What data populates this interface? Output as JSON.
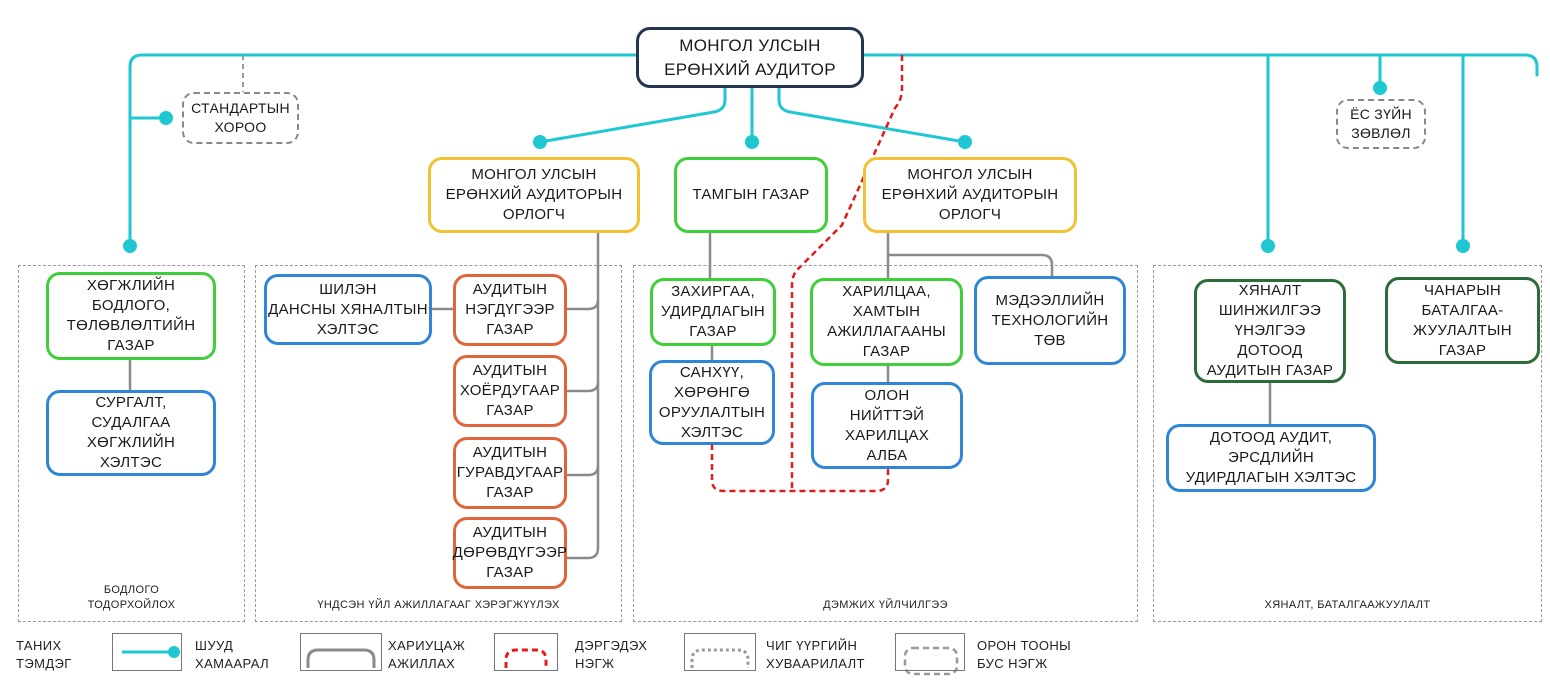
{
  "colors": {
    "direct_link": "#1ec7d2",
    "responsible": "#8a8a8a",
    "attached": "#e01b1b",
    "functional": "#9a9a9a",
    "top_border": "#243552",
    "deputy_border": "#f2c233",
    "unit_green": "#3fcf3a",
    "unit_dark_green": "#2e6b3a",
    "unit_blue": "#2f86d6",
    "audit_orange": "#e0663a"
  },
  "top": {
    "l1": "МОНГОЛ УЛСЫН",
    "l2": "ЕРӨНХИЙ АУДИТОР"
  },
  "committees": {
    "standard": {
      "l1": "СТАНДАРТЫН",
      "l2": "ХОРОО"
    },
    "ethics": {
      "l1": "ЁС ЗҮЙН",
      "l2": "ЗӨВЛӨЛ"
    }
  },
  "deputy_left": {
    "l1": "МОНГОЛ УЛСЫН",
    "l2": "ЕРӨНХИЙ АУДИТОРЫН",
    "l3": "ОРЛОГЧ"
  },
  "secretariat": {
    "l1": "ТАМГЫН ГАЗАР"
  },
  "deputy_right": {
    "l1": "МОНГОЛ УЛСЫН",
    "l2": "ЕРӨНХИЙ АУДИТОРЫН",
    "l3": "ОРЛОГЧ"
  },
  "groups": {
    "policy": {
      "l1": "БОДЛОГО",
      "l2": "ТОДОРХОЙЛОХ"
    },
    "core": {
      "l1": "ҮНДСЭН ҮЙЛ АЖИЛЛАГААГ ХЭРЭГЖҮҮЛЭХ"
    },
    "support": {
      "l1": "ДЭМЖИХ ҮЙЛЧИЛГЭЭ"
    },
    "control": {
      "l1": "ХЯНАЛТ, БАТАЛГААЖУУЛАЛТ"
    }
  },
  "units": {
    "dev_policy": {
      "l1": "ХӨГЖЛИЙН",
      "l2": "БОДЛОГО,",
      "l3": "ТӨЛӨВЛӨЛТИЙН",
      "l4": "ГАЗАР"
    },
    "training": {
      "l1": "СУРГАЛТ,",
      "l2": "СУДАЛГАА",
      "l3": "ХӨГЖЛИЙН",
      "l4": "ХЭЛТЭС"
    },
    "ledger": {
      "l1": "ШИЛЭН",
      "l2": "ДАНСНЫ ХЯНАЛТЫН",
      "l3": "ХЭЛТЭС"
    },
    "audit1": {
      "l1": "АУДИТЫН",
      "l2": "НЭГДҮГЭЭР",
      "l3": "ГАЗАР"
    },
    "audit2": {
      "l1": "АУДИТЫН",
      "l2": "ХОЁРДУГААР",
      "l3": "ГАЗАР"
    },
    "audit3": {
      "l1": "АУДИТЫН",
      "l2": "ГУРАВДУГААР",
      "l3": "ГАЗАР"
    },
    "audit4": {
      "l1": "АУДИТЫН",
      "l2": "ДӨРӨВДҮГЭЭР",
      "l3": "ГАЗАР"
    },
    "admin": {
      "l1": "ЗАХИРГАА,",
      "l2": "УДИРДЛАГЫН",
      "l3": "ГАЗАР"
    },
    "finance": {
      "l1": "САНХҮҮ,",
      "l2": "ХӨРӨНГӨ",
      "l3": "ОРУУЛАЛТЫН",
      "l4": "ХЭЛТЭС"
    },
    "cooperation": {
      "l1": "ХАРИЛЦАА,",
      "l2": "ХАМТЫН",
      "l3": "АЖИЛЛАГААНЫ",
      "l4": "ГАЗАР"
    },
    "it": {
      "l1": "МЭДЭЭЛЛИЙН",
      "l2": "ТЕХНОЛОГИЙН",
      "l3": "ТӨВ"
    },
    "pr": {
      "l1": "ОЛОН",
      "l2": "НИЙТТЭЙ",
      "l3": "ХАРИЛЦАХ",
      "l4": "АЛБА"
    },
    "monitoring": {
      "l1": "ХЯНАЛТ",
      "l2": "ШИНЖИЛГЭЭ",
      "l3": "ҮНЭЛГЭЭ",
      "l4": "ДОТООД",
      "l5": "АУДИТЫН ГАЗАР"
    },
    "quality": {
      "l1": "ЧАНАРЫН",
      "l2": "БАТАЛГАА-",
      "l3": "ЖУУЛАЛТЫН",
      "l4": "ГАЗАР"
    },
    "internal": {
      "l1": "ДОТООД АУДИТ,",
      "l2": "ЭРСДЛИЙН",
      "l3": "УДИРДЛАГЫН ХЭЛТЭС"
    }
  },
  "legend": {
    "title": {
      "l1": "ТАНИХ",
      "l2": "ТЭМДЭГ"
    },
    "direct": {
      "l1": "ШУУД",
      "l2": "ХАМААРАЛ"
    },
    "responsible": {
      "l1": "ХАРИУЦАЖ",
      "l2": "АЖИЛЛАХ"
    },
    "attached": {
      "l1": "ДЭРГЭДЭХ",
      "l2": "НЭГЖ"
    },
    "functional": {
      "l1": "ЧИГ ҮҮРГИЙН",
      "l2": "ХУВААРИЛАЛТ"
    },
    "nonstaff": {
      "l1": "ОРОН ТООНЫ",
      "l2": "БУС НЭГЖ"
    }
  }
}
